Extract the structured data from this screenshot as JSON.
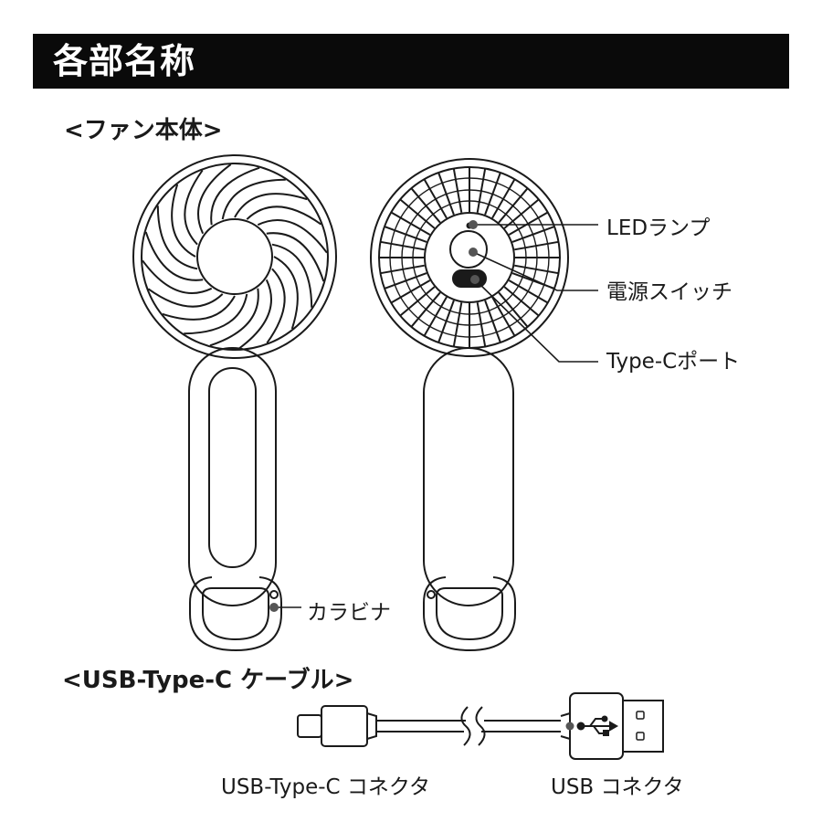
{
  "title": "各部名称",
  "fan_section": {
    "heading": "<ファン本体>",
    "labels": {
      "led": "LEDランプ",
      "power": "電源スイッチ",
      "port": "Type-Cポート",
      "carabiner": "カラビナ"
    }
  },
  "cable_section": {
    "heading": "<USB-Type-C ケーブル>",
    "labels": {
      "typec": "USB-Type-C  コネクタ",
      "usb": "USB コネクタ"
    }
  },
  "colors": {
    "title_bar": "#0a0a0a",
    "line": "#1a1a1a",
    "dot": "#555555"
  }
}
